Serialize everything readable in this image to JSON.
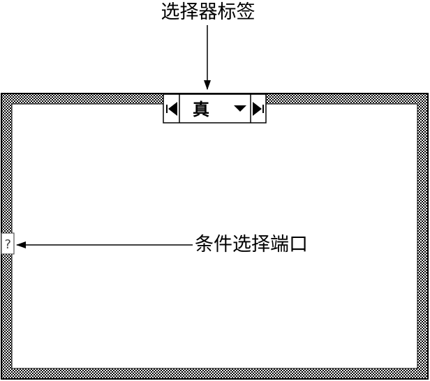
{
  "labels": {
    "selector_label": "选择器标签",
    "case_selector_port": "条件选择端口"
  },
  "case_structure": {
    "selector_value": "真",
    "decrement_glyph": "◀",
    "dropdown_glyph": "▼",
    "increment_glyph": "▶",
    "selector_terminal_glyph": "?"
  },
  "colors": {
    "frame_checker_dark": "#000000",
    "frame_checker_light": "#ffffff",
    "interior": "#ffffff",
    "line": "#000000"
  },
  "icons": {
    "decrement": "left-triangle-arrow",
    "dropdown": "down-triangle",
    "increment": "right-triangle-arrow",
    "selector_terminal": "question-mark-box"
  }
}
